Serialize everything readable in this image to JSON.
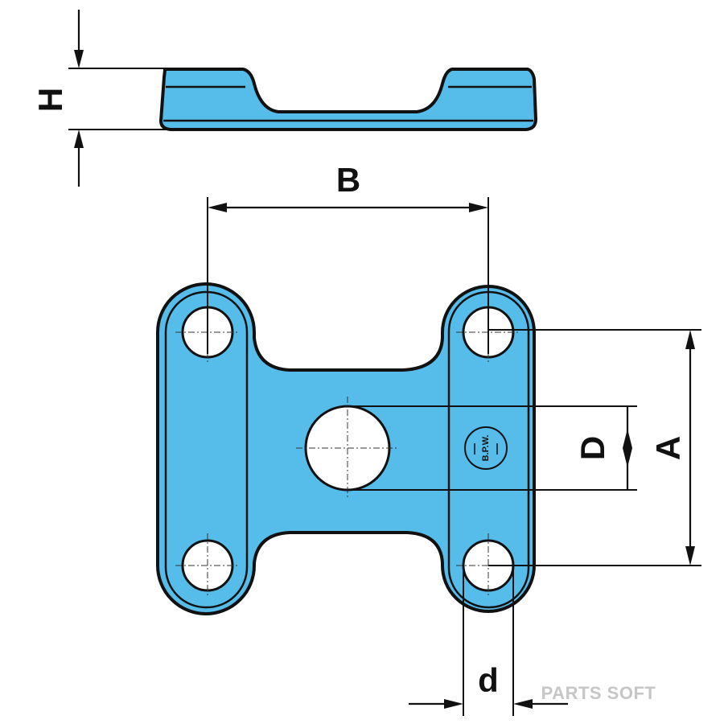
{
  "dimensions": {
    "H": "H",
    "B": "B",
    "A": "A",
    "D": "D",
    "d": "d"
  },
  "logo": {
    "text": "B.P.W."
  },
  "watermark": {
    "text": "PARTS SOFT"
  },
  "colors": {
    "part_fill": "#56bcea",
    "outline": "#111111",
    "watermark": "#c6c6c6"
  }
}
